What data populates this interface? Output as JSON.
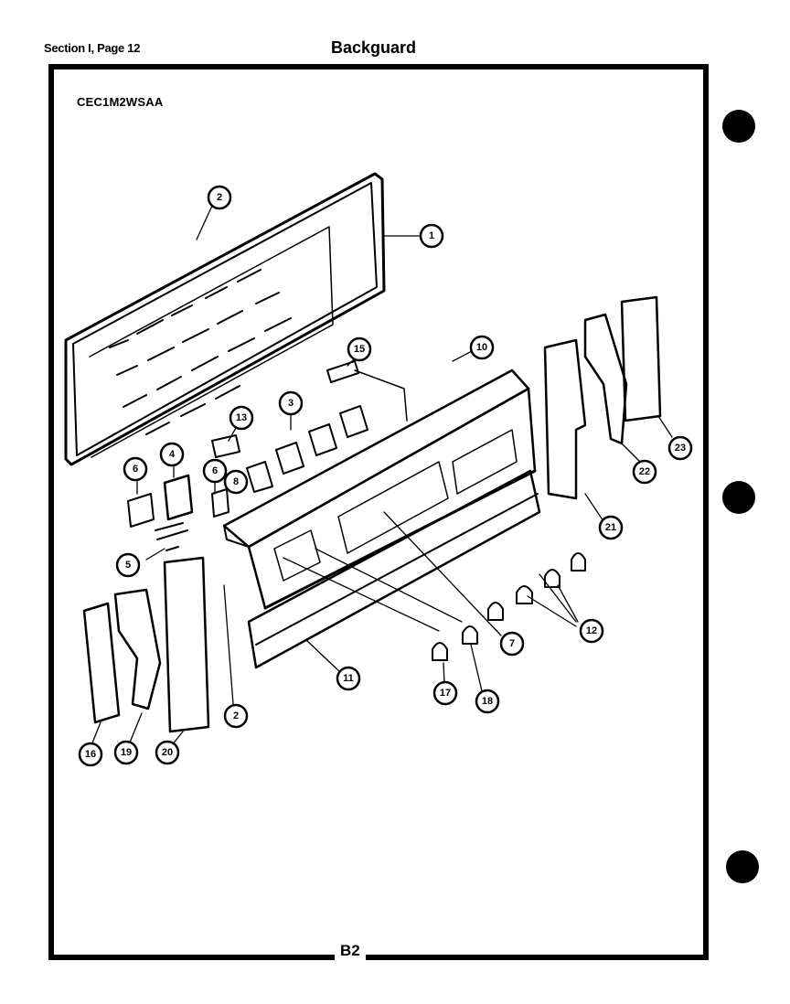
{
  "header": {
    "section_label": "Section I, Page 12",
    "title": "Backguard"
  },
  "model": "CEC1M2WSAA",
  "page_code": "B2",
  "callouts": [
    {
      "id": "c1",
      "label": "1"
    },
    {
      "id": "c2a",
      "label": "2"
    },
    {
      "id": "c2b",
      "label": "2"
    },
    {
      "id": "c3",
      "label": "3"
    },
    {
      "id": "c4",
      "label": "4"
    },
    {
      "id": "c5",
      "label": "5"
    },
    {
      "id": "c6a",
      "label": "6"
    },
    {
      "id": "c6b",
      "label": "6"
    },
    {
      "id": "c7",
      "label": "7"
    },
    {
      "id": "c8",
      "label": "8"
    },
    {
      "id": "c10",
      "label": "10"
    },
    {
      "id": "c11",
      "label": "11"
    },
    {
      "id": "c12",
      "label": "12"
    },
    {
      "id": "c13",
      "label": "13"
    },
    {
      "id": "c15",
      "label": "15"
    },
    {
      "id": "c16",
      "label": "16"
    },
    {
      "id": "c17",
      "label": "17"
    },
    {
      "id": "c18",
      "label": "18"
    },
    {
      "id": "c19",
      "label": "19"
    },
    {
      "id": "c20",
      "label": "20"
    },
    {
      "id": "c21",
      "label": "21"
    },
    {
      "id": "c22",
      "label": "22"
    },
    {
      "id": "c23",
      "label": "23"
    }
  ]
}
